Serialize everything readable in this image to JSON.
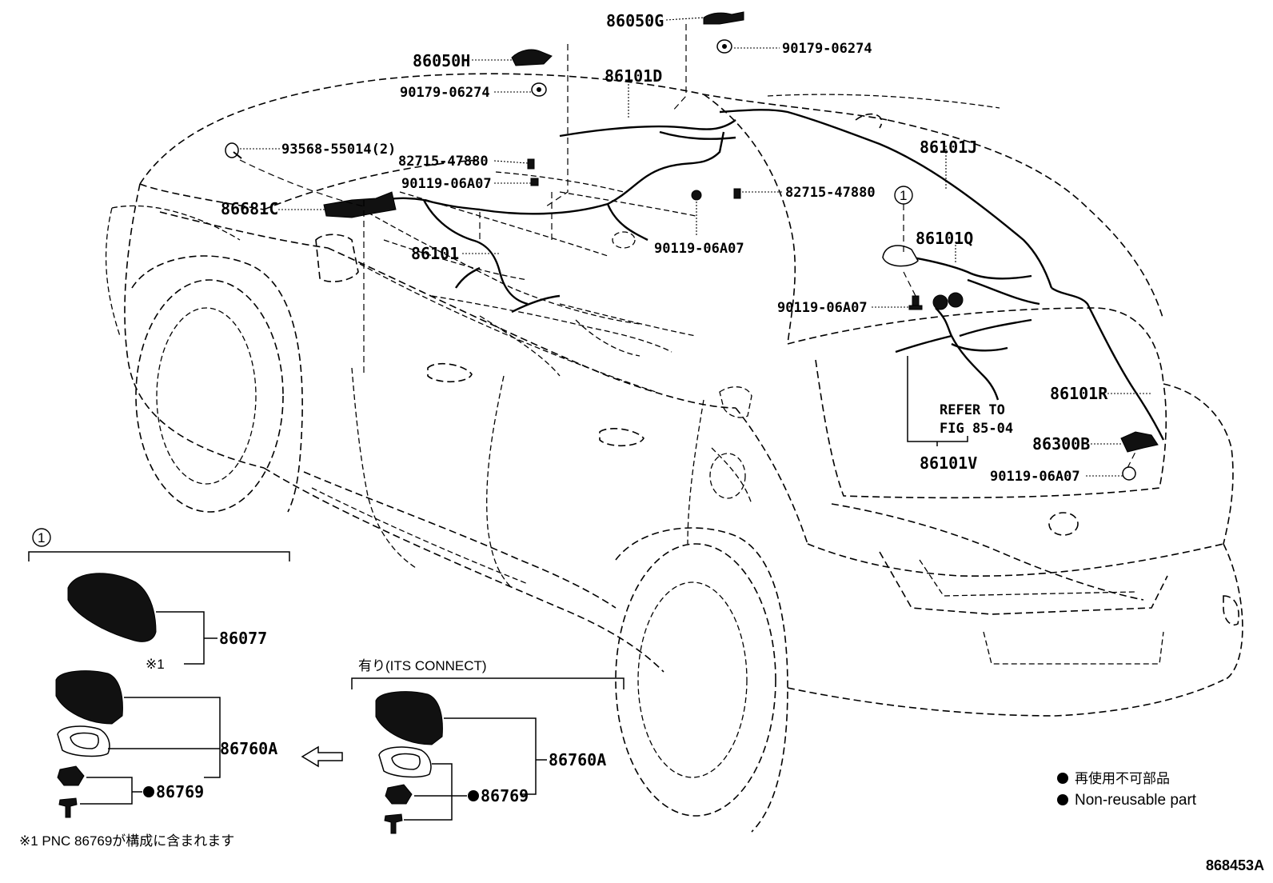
{
  "callouts": {
    "p86050G": "86050G",
    "p90179_top": "90179-06274",
    "p86050H": "86050H",
    "p90179_left": "90179-06274",
    "p86101D": "86101D",
    "p93568": "93568-55014(2)",
    "p82715_left": "82715-47880",
    "p90119_a": "90119-06A07",
    "p82715_right": "82715-47880",
    "p86681C": "86681C",
    "p90119_b": "90119-06A07",
    "p86101": "86101",
    "p86101J": "86101J",
    "p86101Q": "86101Q",
    "p90119_c": "90119-06A07",
    "refer_line1": "REFER TO",
    "refer_line2": "FIG 85-04",
    "p86101R": "86101R",
    "p86300B": "86300B",
    "p90119_d": "90119-06A07",
    "p86101V": "86101V",
    "p86077": "86077",
    "p86760A_left": "86760A",
    "p86769_left": "86769",
    "p86760A_right": "86760A",
    "p86769_right": "86769"
  },
  "circle_ref": "1",
  "circle_ref_detail": "1",
  "note_mark": "※1",
  "note_text": "※1 PNC 86769が構成に含まれます",
  "its_label": "有り(ITS CONNECT)",
  "legend": {
    "jp": "再使用不可部品",
    "en": "Non-reusable part"
  },
  "figure_code": "868453A"
}
